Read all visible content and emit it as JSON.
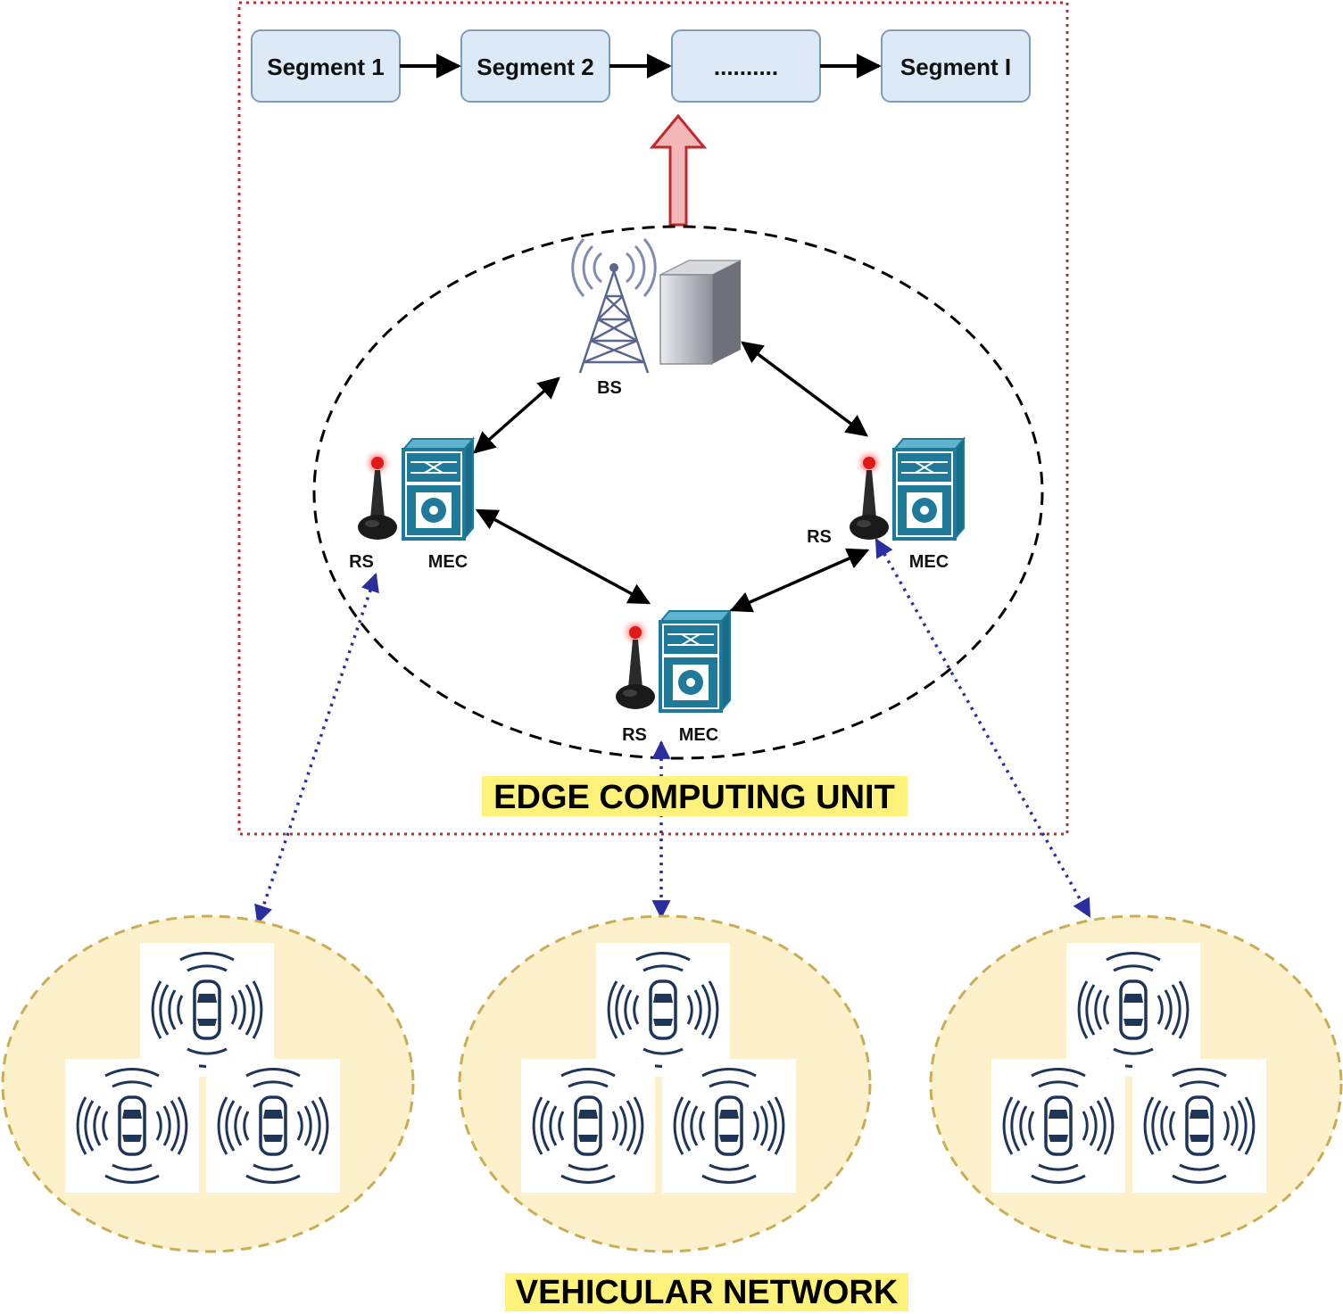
{
  "segments": {
    "seg1": "Segment 1",
    "seg2": "Segment 2",
    "seg3": "..........",
    "seg4": "Segment I"
  },
  "labels": {
    "bs": "BS",
    "rs": "RS",
    "mec": "MEC",
    "edge_unit": "EDGE COMPUTING UNIT",
    "vehicular_network": "VEHICULAR NETWORK"
  },
  "colors": {
    "segment_fill": "#dce9f7",
    "segment_stroke": "#7f9cbf",
    "frame_red": "#c0282d",
    "up_arrow_fill": "#f2b8b8",
    "up_arrow_stroke": "#c0282d",
    "mec_blue": "#1f7a99",
    "highlight_yellow": "#fff27a",
    "cluster_fill": "#fdf1cc",
    "cluster_stroke": "#c9ad55",
    "link_blue": "#2b2f9e"
  },
  "icons": [
    "tower-icon",
    "server-icon",
    "antenna-icon",
    "mec-server-icon",
    "car-icon",
    "wireless-signal-icon"
  ]
}
